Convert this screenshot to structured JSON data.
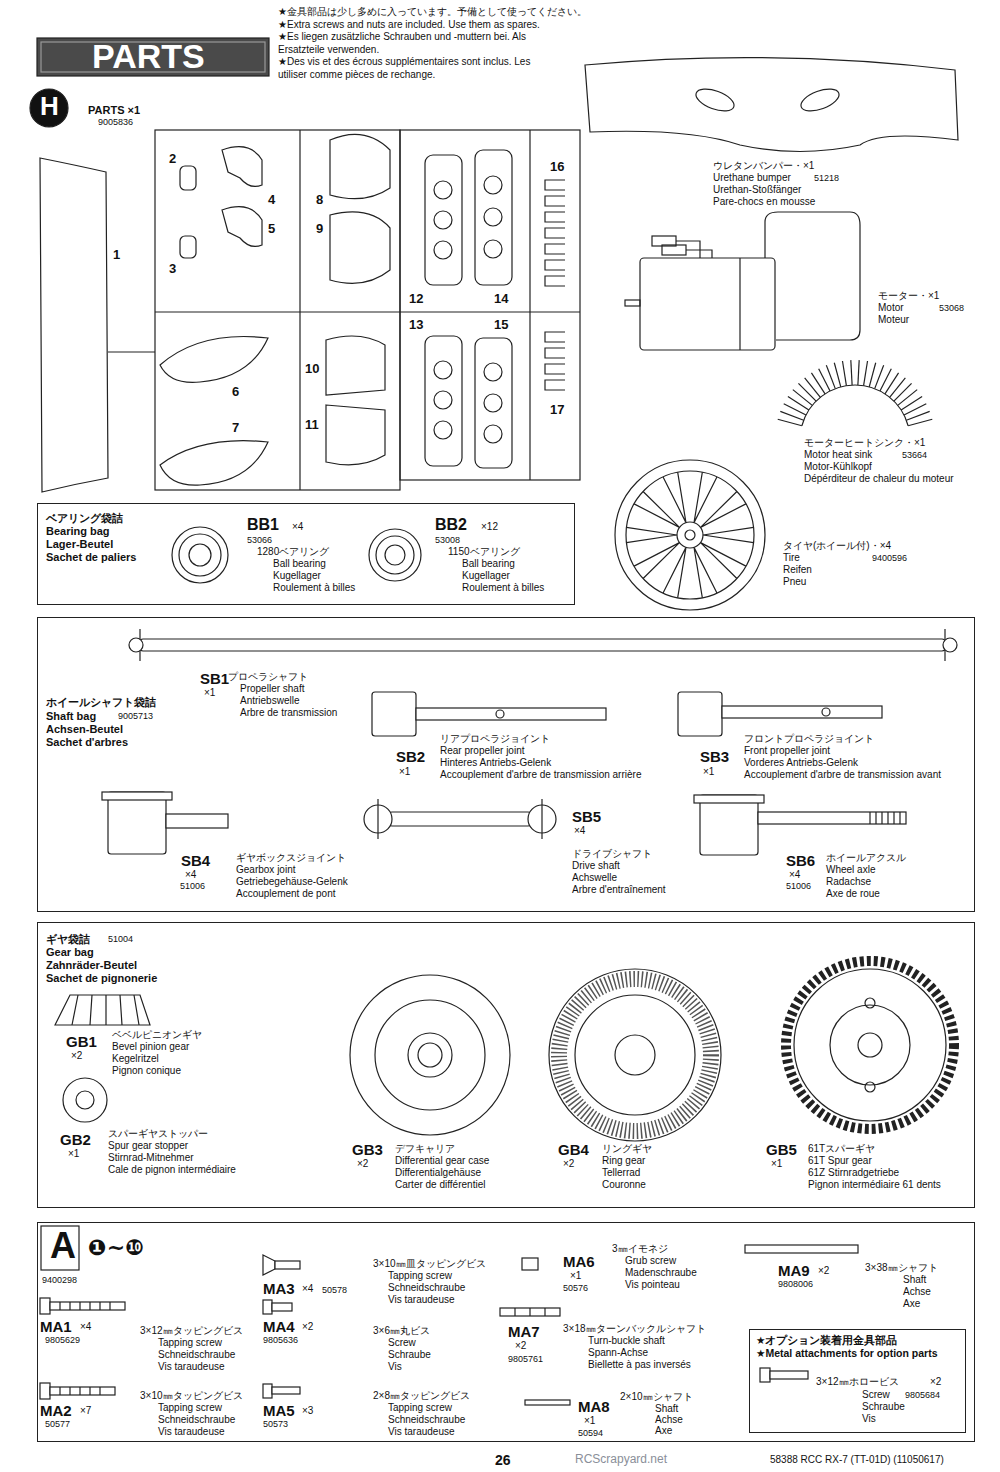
{
  "diagram": {
    "title": "PARTS",
    "nodes": [
      {
        "text": [
          "ベアリング袋詰",
          "Bearing bag",
          "Lager-Beutel",
          "Sachet de paliers"
        ]
      },
      {
        "text": [
          "ホイールシャフト袋詰",
          "Shaft bag",
          "9005713",
          "Achsen-Beutel",
          "Sachet d'arbres"
        ]
      },
      {
        "text": [
          "ギヤ袋詰",
          "51004",
          "Gear bag",
          "Zahnräder-Beutel",
          "Sachet de pignonerie"
        ]
      },
      {
        "text": [
          "A",
          "❶~❿",
          "9400298"
        ]
      },
      {
        "text": [
          "★オプション装着用金具部品",
          "★Metal attachments for option parts"
        ],
        "in": 3
      }
    ],
    "labels": [
      "★金具部品は少し多めに入っています。予備として使ってください。",
      "★Extra screws and nuts are included. Use them as spares.",
      "★Es liegen zusätzliche Schrauben und -muttern bei. Als",
      "Ersatzteile verwenden.",
      "★Des vis et des écrous supplémentaires sont inclus. Les",
      "utiliser comme pièces de rechange.",
      "H",
      "PARTS ×1",
      "9005836",
      "1",
      "2",
      "3",
      "4",
      "5",
      "6",
      "7",
      "8",
      "9",
      "10",
      "11",
      "12",
      "13",
      "14",
      "15",
      "16",
      "17",
      "ウレタンバンパー・×1",
      "Urethane bumper",
      "51218",
      "Urethan-Stoßfänger",
      "Pare-chocs en mousse",
      "モーター・×1",
      "Motor",
      "53068",
      "Moteur",
      "モーターヒートシンク・×1",
      "Motor heat sink",
      "53664",
      "Motor-Kühlkopf",
      "Dépérditeur de chaleur du moteur",
      "タイヤ(ホイール付)・×4",
      "Tire",
      "9400596",
      "Reifen",
      "Pneu",
      "BB1",
      "×4",
      "53066",
      "1280ベアリング",
      "Ball bearing",
      "Kugellager",
      "Roulement à billes",
      "BB2",
      "×12",
      "53008",
      "1150ベアリング",
      "Ball bearing",
      "Kugellager",
      "Roulement à billes",
      "SB1",
      "×1",
      "プロペラシャフト",
      "Propeller shaft",
      "Antriebswelle",
      "Arbre de transmission",
      "リアプロペラジョイント",
      "Rear propeller joint",
      "Hinteres Antriebs-Gelenk",
      "Accouplement d'arbre de transmission arrière",
      "SB2",
      "×1",
      "フロントプロペラジョイント",
      "Front propeller joint",
      "Vorderes Antriebs-Gelenk",
      "Accouplement d'arbre de transmission avant",
      "SB3",
      "×1",
      "SB4",
      "×4",
      "51006",
      "ギヤボックスジョイント",
      "Gearbox joint",
      "Getriebegehäuse-Gelenk",
      "Accouplement de pont",
      "SB5",
      "×4",
      "ドライブシャフト",
      "Drive shaft",
      "Achswelle",
      "Arbre d'entraînement",
      "SB6",
      "×4",
      "51006",
      "ホイールアクスル",
      "Wheel axle",
      "Radachse",
      "Axe de roue",
      "GB1",
      "×2",
      "ベベルピニオンギヤ",
      "Bevel pinion gear",
      "Kegelritzel",
      "Pignon conique",
      "GB2",
      "×1",
      "スパーギヤストッパー",
      "Spur gear stopper",
      "Stirnrad-Mitnehmer",
      "Cale de pignon intermédiaire",
      "GB3",
      "×2",
      "デフキャリア",
      "Differential gear case",
      "Differentialgehäuse",
      "Carter de différentiel",
      "GB4",
      "×2",
      "リングギヤ",
      "Ring gear",
      "Tellerrad",
      "Couronne",
      "GB5",
      "×1",
      "61Tスパーギヤ",
      "61T Spur gear",
      "61Z Stirnradgetriebe",
      "Pignon intermédiaire 61 dents",
      "MA3",
      "×4",
      "50578",
      "3×10㎜皿タッピングビス",
      "Tapping screw",
      "Schneidschraube",
      "Vis taraudeuse",
      "MA1",
      "×4",
      "9805629",
      "3×12㎜タッピングビス",
      "Tapping screw",
      "Schneidschraube",
      "Vis taraudeuse",
      "MA2",
      "×7",
      "50577",
      "3×10㎜タッピングビス",
      "Tapping screw",
      "Schneidschraube",
      "Vis taraudeuse",
      "MA4",
      "×2",
      "9805636",
      "3×6㎜丸ビス",
      "Screw",
      "Schraube",
      "Vis",
      "MA5",
      "×3",
      "50573",
      "2×8㎜タッピングビス",
      "Tapping screw",
      "Schneidschraube",
      "Vis taraudeuse",
      "MA6",
      "×1",
      "50576",
      "3㎜イモネジ",
      "Grub screw",
      "Madenschraube",
      "Vis pointeau",
      "MA7",
      "×2",
      "9805761",
      "3×18㎜ターンバックルシャフト",
      "Turn-buckle shaft",
      "Spann-Achse",
      "Biellette à pas inversés",
      "MA8",
      "×1",
      "50594",
      "2×10㎜シャフト",
      "Shaft",
      "Achse",
      "Axe",
      "MA9",
      "×2",
      "9808006",
      "3×38㎜シャフト",
      "Shaft",
      "Achse",
      "Axe",
      "3×12㎜ホロービス",
      "×2",
      "Screw",
      "9805684",
      "Schraube",
      "Vis",
      "26",
      "58388 RCC RX-7 (TT-01D) (11050617)",
      "RCScrapyard.net"
    ]
  }
}
